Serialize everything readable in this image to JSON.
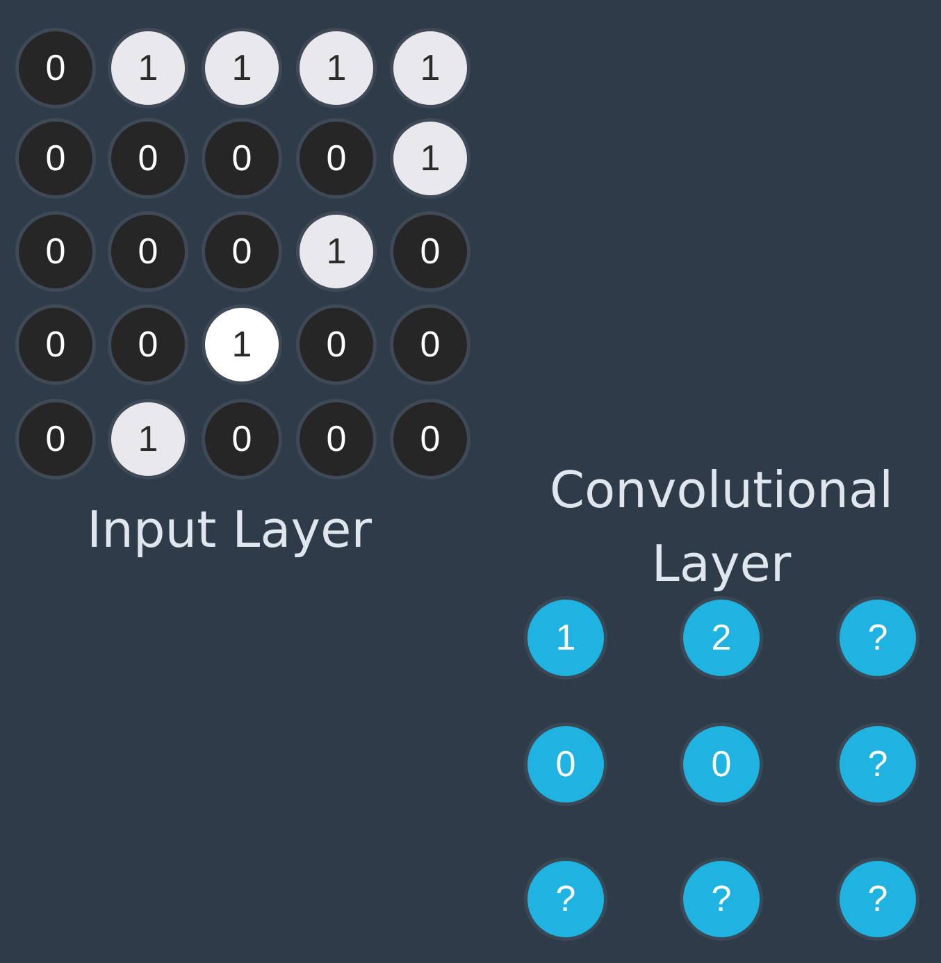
{
  "input_layer": {
    "label": "Input Layer",
    "grid": [
      [
        "0",
        "1",
        "1",
        "1",
        "1"
      ],
      [
        "0",
        "0",
        "0",
        "0",
        "1"
      ],
      [
        "0",
        "0",
        "0",
        "1",
        "0"
      ],
      [
        "0",
        "0",
        "1",
        "0",
        "0"
      ],
      [
        "0",
        "1",
        "0",
        "0",
        "0"
      ]
    ]
  },
  "convolutional_layer": {
    "label_line1": "Convolutional",
    "label_line2": "Layer",
    "grid": [
      [
        "1",
        "2",
        "?"
      ],
      [
        "0",
        "0",
        "?"
      ],
      [
        "?",
        "?",
        "?"
      ]
    ]
  },
  "colors": {
    "background": "#2e3b48",
    "off_node": "#262626",
    "on_node": "#e8e8ed",
    "conv_node": "#1eb3e0"
  }
}
